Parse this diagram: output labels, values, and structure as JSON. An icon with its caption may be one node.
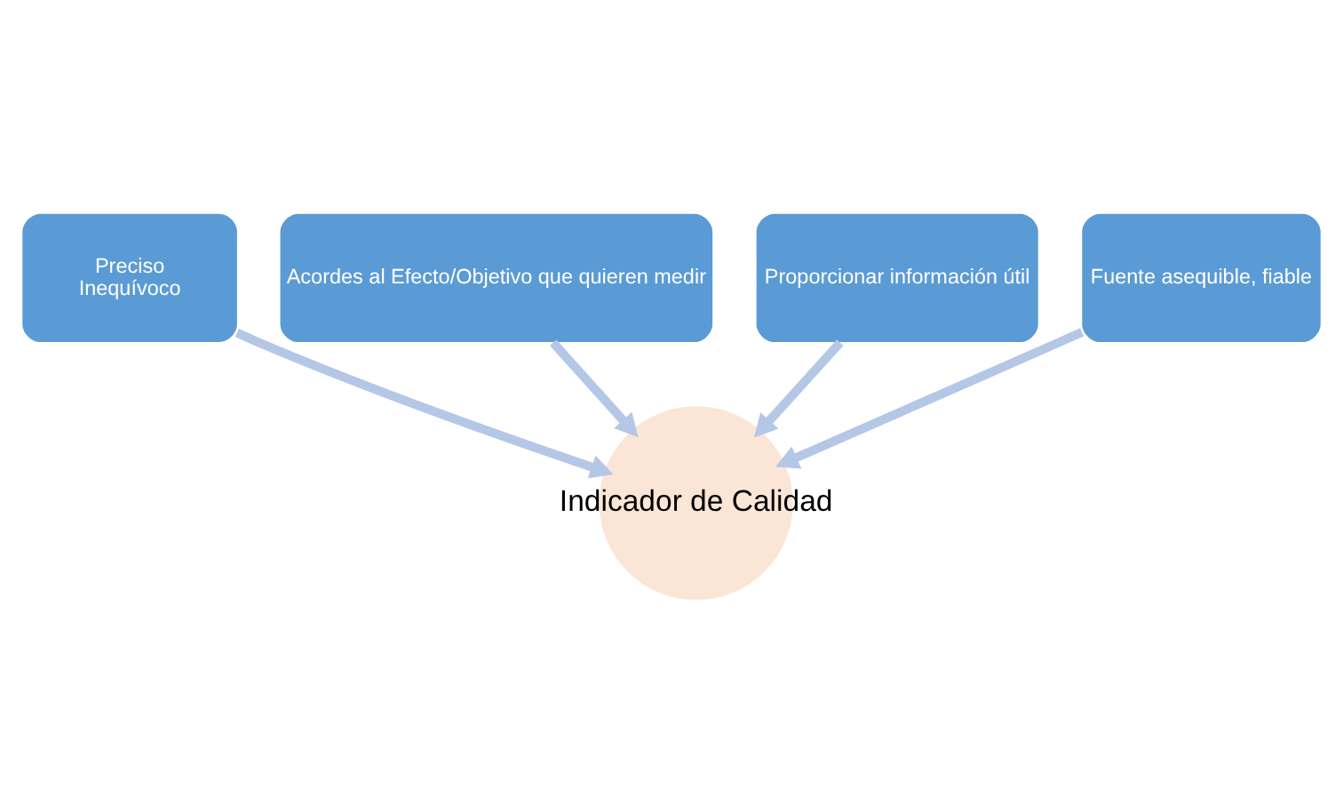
{
  "diagram": {
    "nodes": [
      {
        "text": [
          "Preciso",
          "Inequívoco"
        ]
      },
      {
        "text": [
          "Acordes al Efecto/Objetivo que quieren medir"
        ]
      },
      {
        "text": [
          "Proporcionar información útil"
        ]
      },
      {
        "text": [
          "Fuente asequible, fiable"
        ]
      },
      {
        "text": [
          "Indicador de Calidad"
        ]
      }
    ],
    "edges": [
      {
        "from": 0,
        "to": 4,
        "arrow": "to"
      },
      {
        "from": 1,
        "to": 4,
        "arrow": "to"
      },
      {
        "from": 2,
        "to": 4,
        "arrow": "to"
      },
      {
        "from": 3,
        "to": 4,
        "arrow": "to"
      }
    ]
  }
}
